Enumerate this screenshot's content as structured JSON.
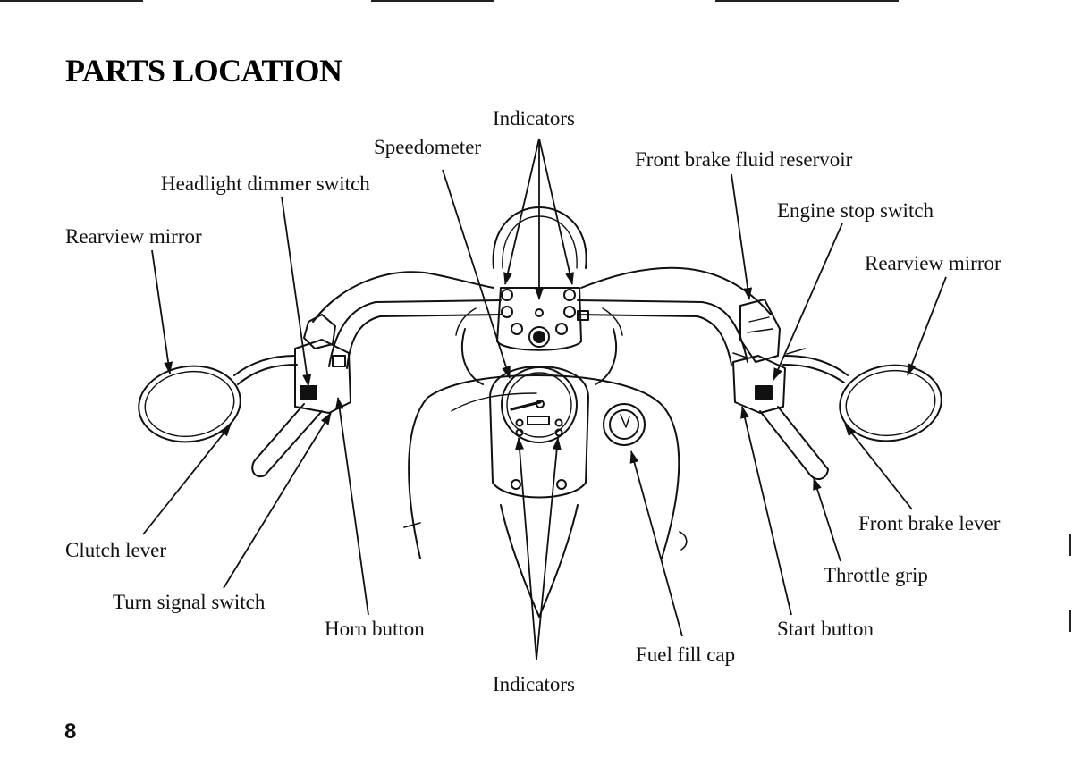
{
  "page": {
    "title": "PARTS LOCATION",
    "page_number": "8"
  },
  "labels": {
    "indicators_top": "Indicators",
    "speedometer": "Speedometer",
    "front_brake_fluid_reservoir": "Front brake fluid reservoir",
    "headlight_dimmer_switch": "Headlight dimmer switch",
    "engine_stop_switch": "Engine stop switch",
    "rearview_mirror_left": "Rearview mirror",
    "rearview_mirror_right": "Rearview mirror",
    "clutch_lever": "Clutch lever",
    "front_brake_lever": "Front brake lever",
    "throttle_grip": "Throttle grip",
    "turn_signal_switch": "Turn signal switch",
    "horn_button": "Horn button",
    "start_button": "Start button",
    "fuel_fill_cap": "Fuel fill cap",
    "indicators_bottom": "Indicators"
  },
  "colors": {
    "ink": "#111111",
    "paper": "#ffffff"
  }
}
